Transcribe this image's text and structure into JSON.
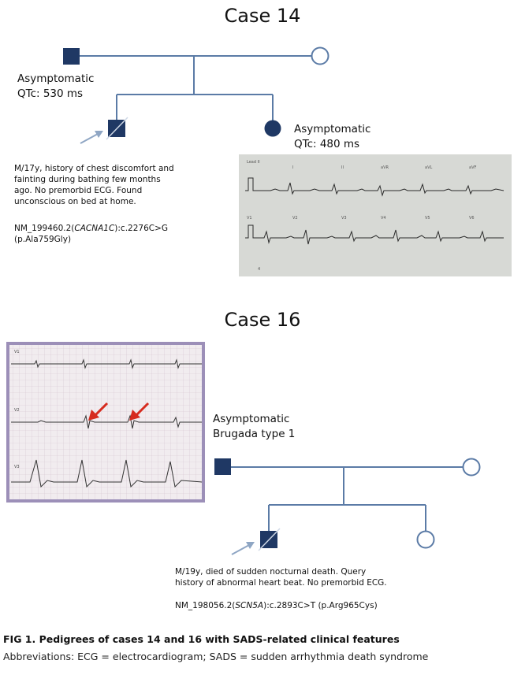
{
  "case14": {
    "title": "Case 14",
    "parent_label": [
      "Asymptomatic",
      "QTc: 530 ms"
    ],
    "sibling_label": [
      "Asymptomatic",
      "QTc: 480 ms"
    ],
    "proband_note": [
      "M/17y, history of chest discomfort and",
      "fainting during bathing few months",
      "ago. No premorbid ECG. Found",
      "unconscious on bed at home."
    ],
    "variant_prefix": "NM_199460.2(",
    "variant_gene": "CACNA1C",
    "variant_suffix": "):c.2276C>G",
    "variant_protein": "(p.Ala759Gly)",
    "ecg_leads": [
      "Lead II",
      "I",
      "II",
      "aVR",
      "aVL",
      "aVF",
      "V1",
      "V2",
      "V3",
      "V4",
      "V5",
      "V6"
    ]
  },
  "case16": {
    "title": "Case 16",
    "parent_label": [
      "Asymptomatic",
      "Brugada type 1"
    ],
    "proband_note": [
      "M/19y, died of sudden nocturnal death. Query",
      "history of abnormal heart beat. No premorbid ECG."
    ],
    "variant_prefix": "NM_198056.2(",
    "variant_gene": "SCN5A",
    "variant_suffix": "):c.2893C>T (p.Arg965Cys)",
    "ecg_leads": [
      "V1",
      "V2",
      "V3"
    ]
  },
  "figure": {
    "caption": "FIG 1.  Pedigrees of cases 14 and 16 with SADS-related clinical features",
    "abbreviations": "Abbreviations: ECG = electrocardiogram; SADS = sudden arrhythmia death syndrome"
  },
  "colors": {
    "pedigree": "#1f3864",
    "line": "#5b7ba6",
    "arrow": "#8fa6c4",
    "red_arrow": "#d62b1f"
  }
}
